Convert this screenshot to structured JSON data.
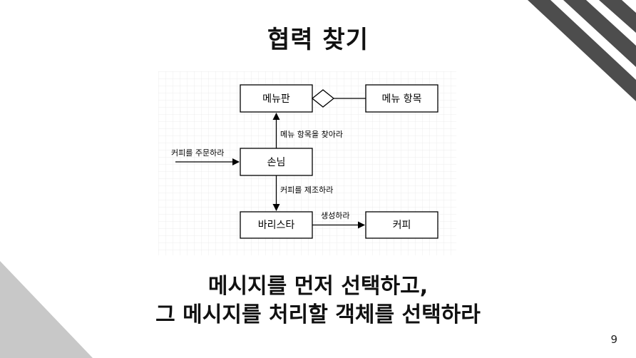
{
  "slide": {
    "title": "협력 찾기",
    "caption_lines": [
      "메시지를 먼저 선택하고,",
      "그 메시지를 처리할 객체를 선택하라"
    ],
    "page_number": "9"
  },
  "diagram": {
    "nodes": {
      "menu": "메뉴판",
      "menu_item": "메뉴 항목",
      "customer": "손님",
      "barista": "바리스타",
      "coffee": "커피"
    },
    "messages": {
      "find_menu_item": "메뉴 항목을 찾아라",
      "order_coffee": "커피를 주문하라",
      "make_coffee": "커피를 제조하라",
      "create": "생성하라"
    }
  },
  "colors": {
    "stripe_dark": "#4d4d4d",
    "stripe_gray": "#c8c8c8",
    "grid": "#ececec",
    "box_border": "#000000"
  }
}
